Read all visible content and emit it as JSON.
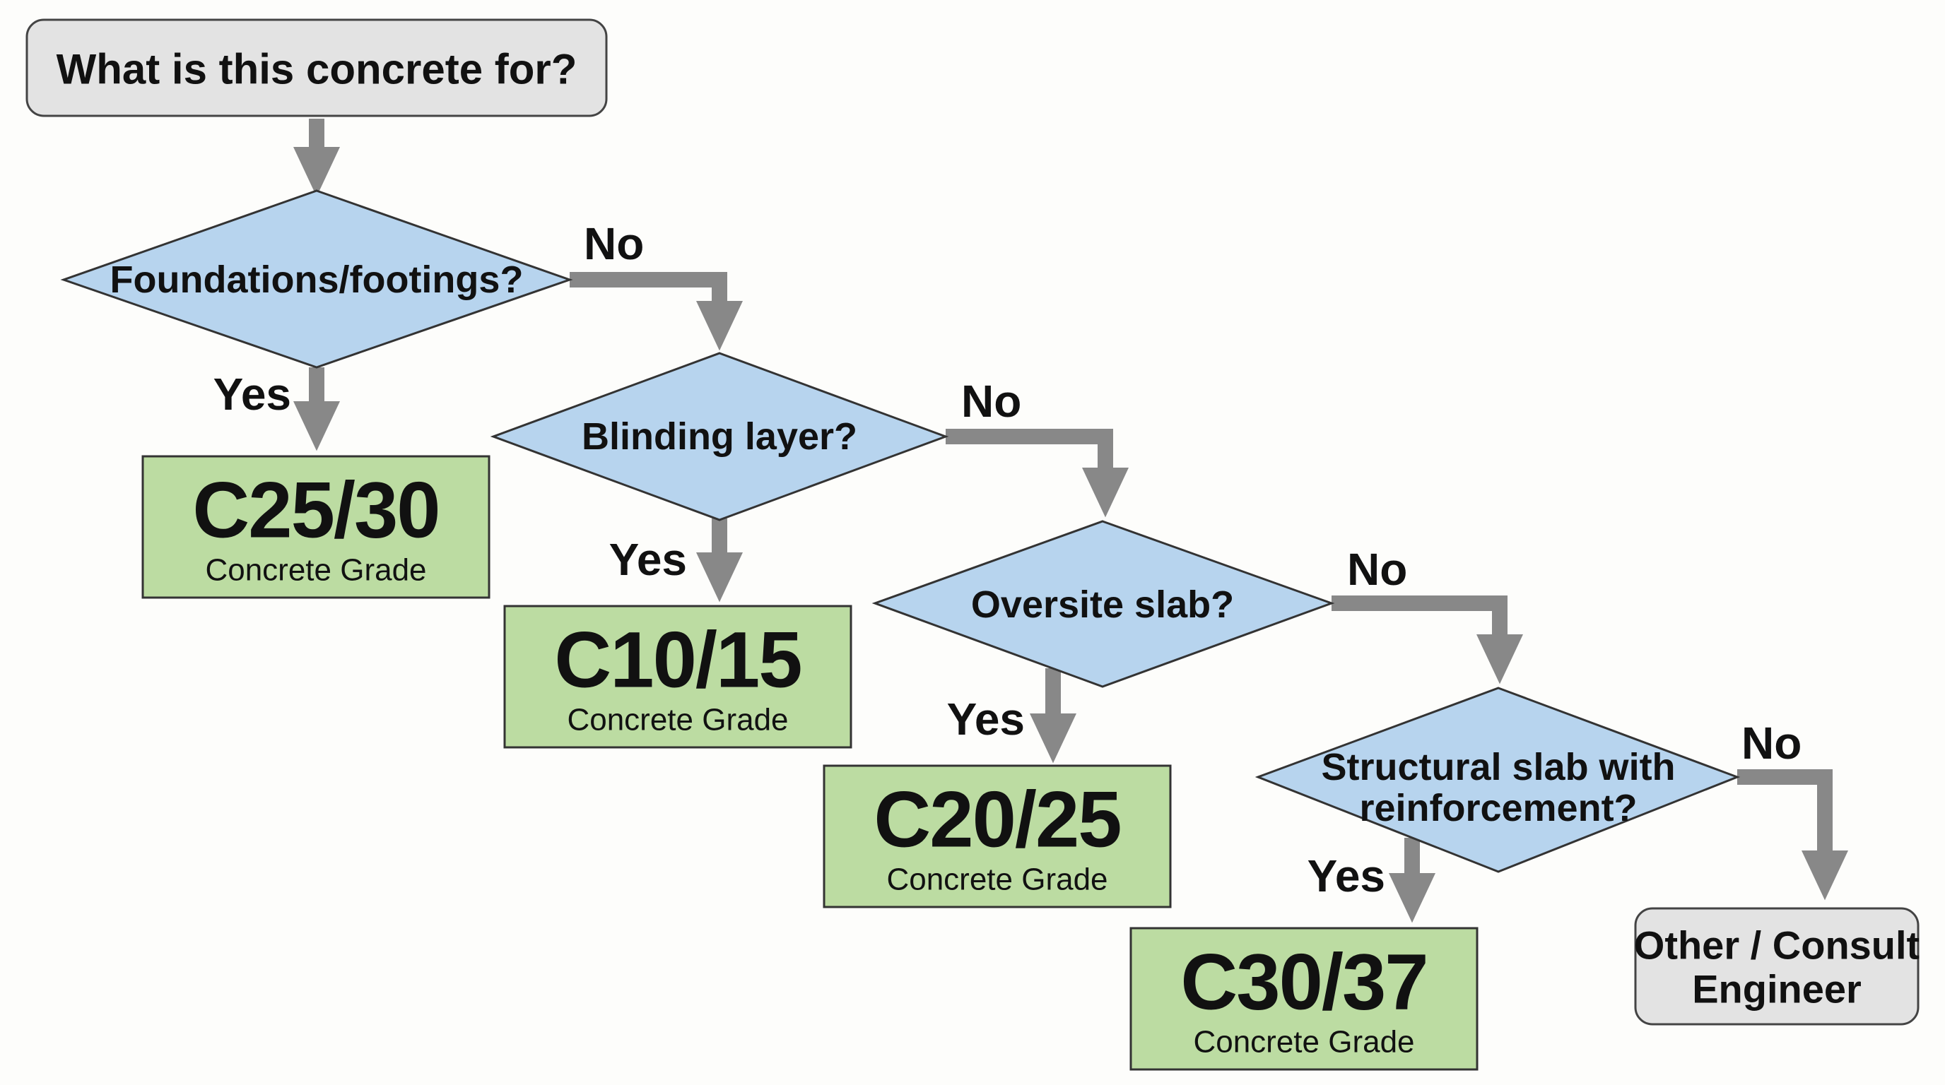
{
  "start": {
    "text": "What is this concrete for?"
  },
  "decisions": [
    {
      "lines": [
        "Foundations/footings?"
      ]
    },
    {
      "lines": [
        "Blinding layer?"
      ]
    },
    {
      "lines": [
        "Oversite slab?"
      ]
    },
    {
      "lines": [
        "Structural slab with",
        "reinforcement?"
      ]
    }
  ],
  "results": [
    {
      "grade": "C25/30",
      "caption": "Concrete Grade"
    },
    {
      "grade": "C10/15",
      "caption": "Concrete Grade"
    },
    {
      "grade": "C20/25",
      "caption": "Concrete Grade"
    },
    {
      "grade": "C30/37",
      "caption": "Concrete Grade"
    }
  ],
  "fallback": {
    "lines": [
      "Other / Consult",
      "Engineer"
    ]
  },
  "branch_labels": {
    "yes": "Yes",
    "no": "No"
  },
  "colors": {
    "decision_fill": "#b7d4ee",
    "result_fill": "#bcdca2",
    "terminal_fill": "#e3e3e3",
    "arrow": "#888888",
    "outline": "#333333"
  }
}
